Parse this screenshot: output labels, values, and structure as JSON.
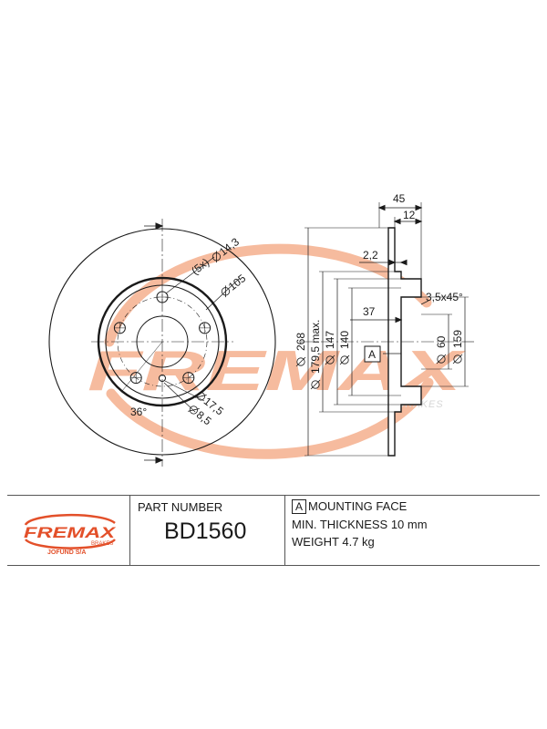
{
  "drawing": {
    "front_view": {
      "angle_label": "36°",
      "bolt_hole_label": "(5x)",
      "bolt_hole_dia": "14,3",
      "pcd": "105",
      "hole_a": "17,5",
      "hole_b": "8,5"
    },
    "side_view": {
      "total_width": "45",
      "disc_thickness": "12",
      "hat_thickness": "2,2",
      "hub_offset": "37",
      "chamfer": "3,5x45°",
      "mounting_face_marker": "A",
      "dia_outer": "268",
      "dia_friction": "179,5 max.",
      "dia_hat": "147",
      "dia_inner": "140",
      "dia_center_bore": "60",
      "dia_159": "159"
    },
    "watermark": {
      "brand": "FREMAX",
      "sub": "BRAKES",
      "color": "#f4a57e"
    }
  },
  "footer": {
    "logo": {
      "brand": "FREMAX",
      "sub": "BRAKES",
      "company": "JOFUND S/A",
      "color": "#e3502a"
    },
    "part_number_label": "PART NUMBER",
    "part_number": "BD1560",
    "specs": {
      "marker": "A",
      "mounting_face": "MOUNTING FACE",
      "min_thickness": "MIN. THICKNESS 10 mm",
      "weight": "WEIGHT 4.7 kg"
    }
  }
}
